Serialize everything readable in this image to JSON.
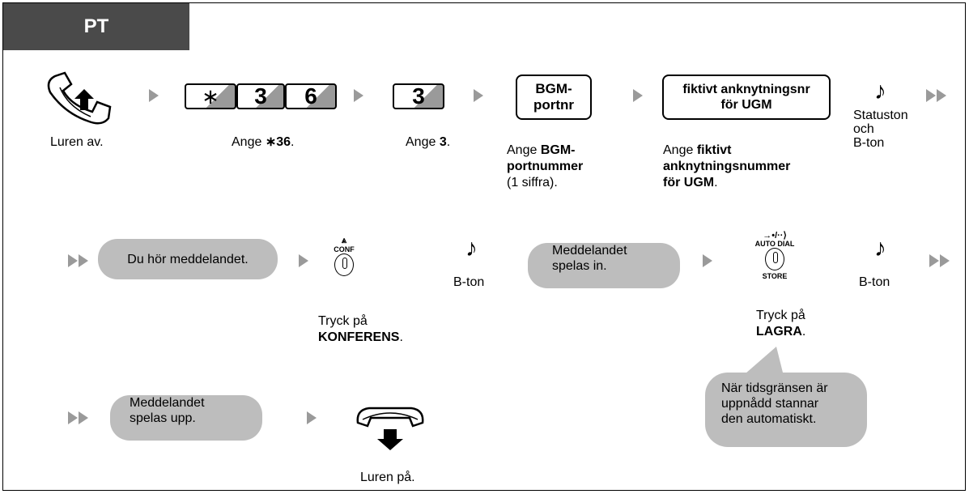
{
  "header": {
    "tab_label": "PT"
  },
  "row1": {
    "offhook_label": "Luren av.",
    "key_star": "∗",
    "key_3": "3",
    "key_6": "6",
    "enter_36_prefix": "Ange ",
    "enter_36_value": "∗36",
    "key_single_3": "3",
    "enter_3_prefix": "Ange ",
    "enter_3_value": "3",
    "bgm_box_line1": "BGM-",
    "bgm_box_line2": "portnr",
    "bgm_label_prefix": "Ange ",
    "bgm_label_bold1": "BGM-",
    "bgm_label_bold2": "portnummer",
    "bgm_label_suffix": "(1 siffra).",
    "ext_box_line1": "fiktivt anknytningsnr",
    "ext_box_line2": "för UGM",
    "ext_label_prefix": "Ange ",
    "ext_label_bold1": "fiktivt",
    "ext_label_bold2": "anknytningsnummer",
    "ext_label_bold3": "för UGM",
    "ext_label_suffix": ".",
    "tone_line1": "Statuston",
    "tone_line2": "och",
    "tone_line3": "B-ton"
  },
  "row2": {
    "pill_hear": "Du hör meddelandet.",
    "conf_top": "CONF",
    "conf_label_line1": "Tryck på",
    "conf_label_bold": "KONFERENS",
    "conf_label_suffix": ".",
    "tone1": "B-ton",
    "pill_recording_line1": "Meddelandet",
    "pill_recording_line2": "spelas in.",
    "autodial_top": "AUTO DIAL",
    "autodial_bottom": "STORE",
    "store_label_line1": "Tryck på",
    "store_label_bold": "LAGRA",
    "store_label_suffix": ".",
    "tone2": "B-ton"
  },
  "row3": {
    "pill_playback_line1": "Meddelandet",
    "pill_playback_line2": "spelas upp.",
    "onhook_label": "Luren på.",
    "note_line1": "När tidsgränsen är",
    "note_line2": "uppnådd stannar",
    "note_line3": "den automatiskt."
  },
  "colors": {
    "header_bg": "#4a4a4a",
    "pill_bg": "#bdbdbd",
    "arrow": "#9a9a9a"
  }
}
